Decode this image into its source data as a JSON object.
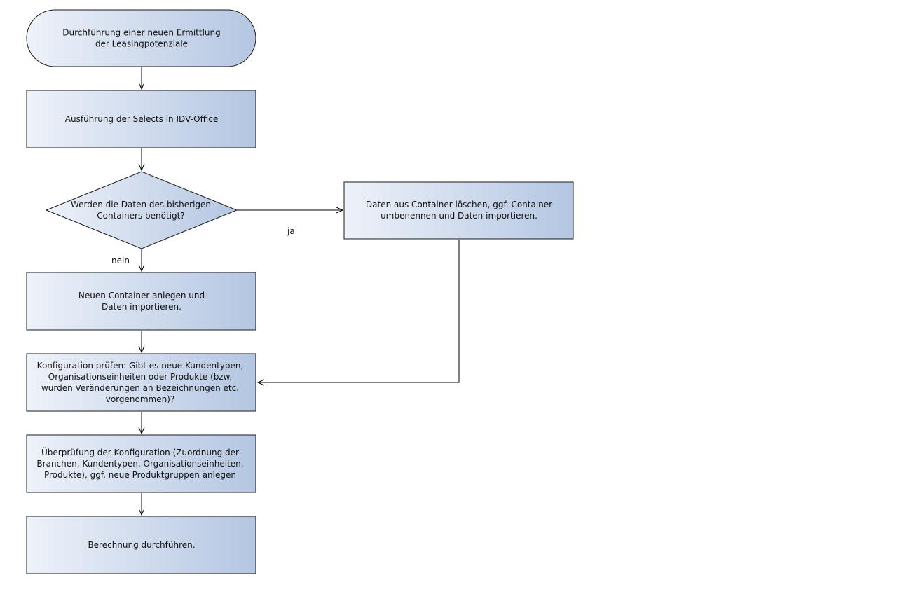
{
  "colors": {
    "gradient_start": "#eef2f9",
    "gradient_end": "#b4c6e2",
    "stroke": "#1a1a1a",
    "edge": "#000000"
  },
  "nodes": {
    "start": {
      "lines": [
        "Durchführung einer neuen Ermittlung",
        "der Leasingpotenziale"
      ]
    },
    "selects": {
      "lines": [
        "Ausführung der Selects in IDV-Office"
      ]
    },
    "decision": {
      "lines": [
        "Werden die Daten des bisherigen",
        "Containers benötigt?"
      ]
    },
    "delete_container": {
      "lines": [
        "Daten aus Container löschen, ggf. Container",
        "umbenennen und Daten importieren."
      ]
    },
    "new_container": {
      "lines": [
        "Neuen Container anlegen und",
        "Daten importieren."
      ]
    },
    "check_config": {
      "lines": [
        "Konfiguration prüfen: Gibt es neue Kundentypen,",
        "Organisationseinheiten oder Produkte (bzw.",
        "wurden Veränderungen an Bezeichnungen etc.",
        "vorgenommen)?"
      ]
    },
    "review_config": {
      "lines": [
        "Überprüfung der Konfiguration (Zuordnung der",
        "Branchen, Kundentypen, Organisationseinheiten,",
        "Produkte), ggf. neue Produktgruppen anlegen"
      ]
    },
    "calculate": {
      "lines": [
        "Berechnung durchführen."
      ]
    }
  },
  "edge_labels": {
    "yes": "ja",
    "no": "nein"
  }
}
